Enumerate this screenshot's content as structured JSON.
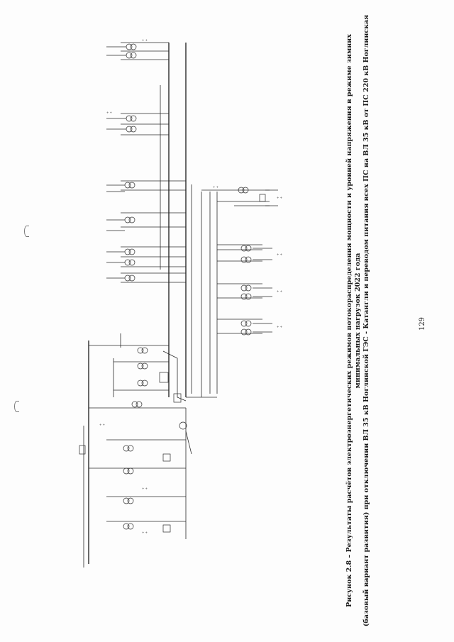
{
  "caption": {
    "line1": "Рисунок 2.8 – Результаты расчётов электроэнергетических режимов потокораспределения мощности и уровней напряжения в режиме зимних минимальных нагрузок 2022 года",
    "line2": "(базовый вариант развития) при отключении ВЛ 35 кВ Ноглинской ГЭС - Катангли и переводом питания всех ПС на ВЛ 35 кВ от ПС 220 кВ Ноглинская"
  },
  "page_number": "129"
}
